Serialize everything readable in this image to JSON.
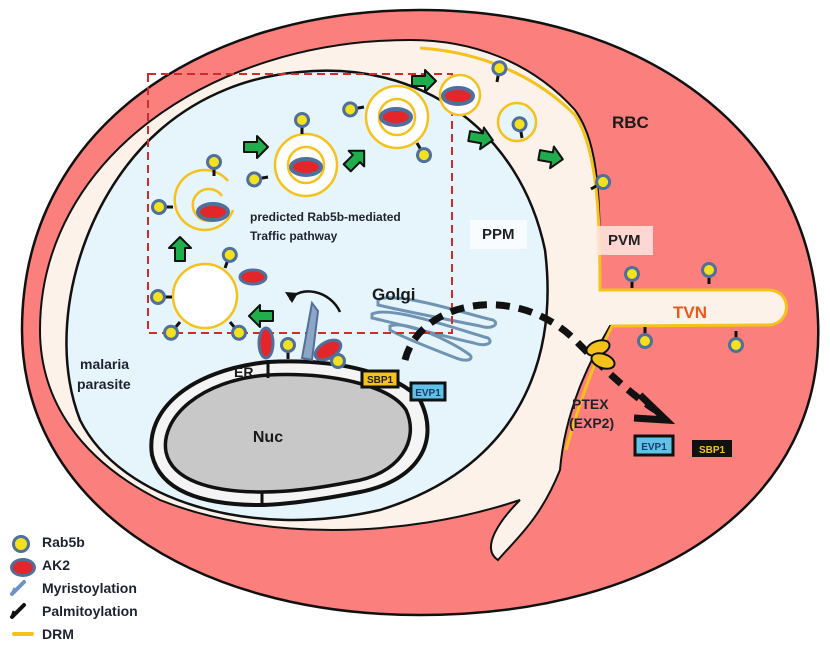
{
  "diagram": {
    "title_labels": {
      "rbc": "RBC",
      "ppm": "PPM",
      "pvm": "PVM",
      "tvn": "TVN",
      "golgi": "Golgi",
      "er": "ER",
      "nuc": "Nuc",
      "parasite_line1": "malaria",
      "parasite_line2": "parasite",
      "pathway_line1": "predicted Rab5b-mediated",
      "pathway_line2": "Traffic pathway",
      "ptex_line1": "PTEX",
      "ptex_line2": "(EXP2)"
    },
    "protein_tags": {
      "sbp1_internal": "SBP1",
      "evp1_internal": "EVP1",
      "evp1_exported": "EVP1",
      "sbp1_exported": "SBP1"
    },
    "colors": {
      "rbc_cytoplasm": "#fb7f7d",
      "vacuole_space": "#fdf2ea",
      "parasite_cytoplasm": "#e6f4fb",
      "nucleus": "#c8c8c8",
      "drm_membrane": "#f4c21b",
      "rab5b": "#f2e11c",
      "ak2": "#e3262a",
      "protein_outline": "#4f6f9c",
      "arrow_green": "#1fae4b",
      "pathway_box": "#d32a2a",
      "tvn_text": "#e8591c",
      "evp1_tag": "#5fc3e8",
      "sbp1_tag": "#f4c21b"
    }
  },
  "legend": {
    "items": [
      {
        "icon": "rab5b-icon",
        "label": "Rab5b"
      },
      {
        "icon": "ak2-icon",
        "label": "AK2"
      },
      {
        "icon": "myristoylation-icon",
        "label": "Myristoylation"
      },
      {
        "icon": "palmitoylation-icon",
        "label": "Palmitoylation"
      },
      {
        "icon": "drm-icon",
        "label": "DRM"
      }
    ]
  }
}
